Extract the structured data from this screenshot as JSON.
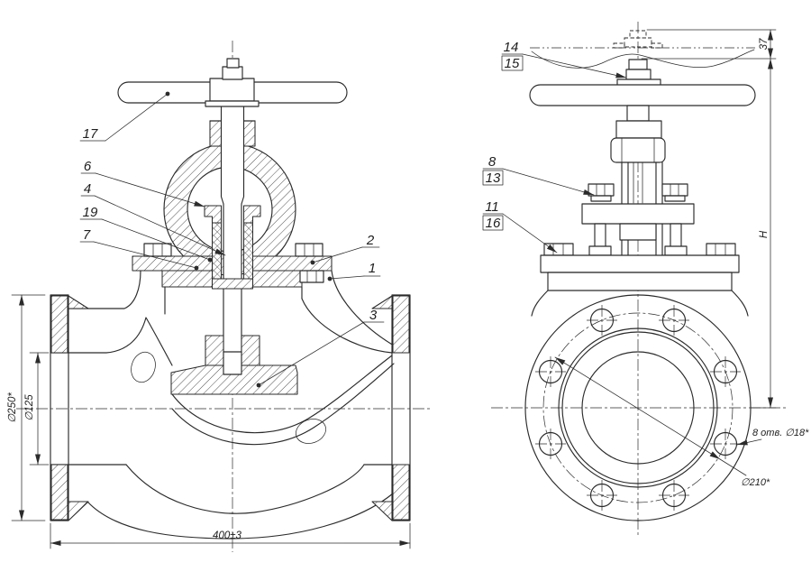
{
  "colors": {
    "line": "#2b2b2b",
    "background": "#ffffff"
  },
  "left_view": {
    "part_labels": {
      "p17": "17",
      "p6": "6",
      "p4": "4",
      "p19": "19",
      "p7": "7",
      "p2": "2",
      "p1": "1",
      "p3": "3"
    },
    "dimensions": {
      "outer_diameter": "∅250*",
      "bore_diameter": "∅125",
      "face_to_face": "400±3"
    }
  },
  "right_view": {
    "part_labels": {
      "p14": "14",
      "p15": "15",
      "p8": "8",
      "p13": "13",
      "p11": "11",
      "p16": "16"
    },
    "dimensions": {
      "handwheel_rise": "37",
      "height": "H",
      "bolt_holes": "8 отв. ∅18*",
      "bolt_circle_diameter": "∅210*"
    }
  }
}
